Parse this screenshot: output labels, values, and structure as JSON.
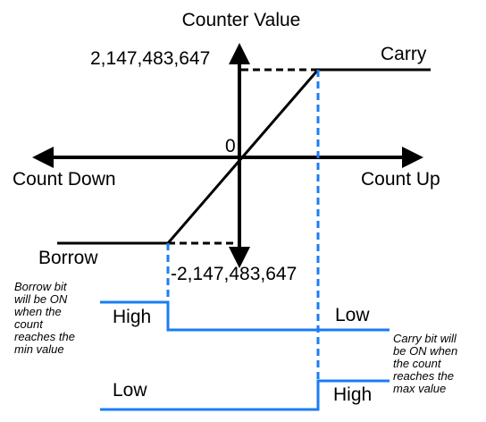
{
  "title": "Counter Value",
  "labels": {
    "max_value": "2,147,483,647",
    "min_value": "-2,147,483,647",
    "zero": "0",
    "count_down": "Count Down",
    "count_up": "Count Up",
    "carry": "Carry",
    "borrow": "Borrow",
    "borrow_high": "High",
    "borrow_low": "Low",
    "carry_low": "Low",
    "carry_high": "High"
  },
  "notes": {
    "borrow": [
      "Borrow bit",
      "will be ON",
      "when the",
      "count",
      "reaches the",
      "min value"
    ],
    "carry": [
      "Carry bit will",
      "be ON when",
      "the count",
      "reaches the",
      "max value"
    ]
  },
  "colors": {
    "axis": "#000000",
    "signal": "#1a7cf5",
    "text": "#000000"
  }
}
